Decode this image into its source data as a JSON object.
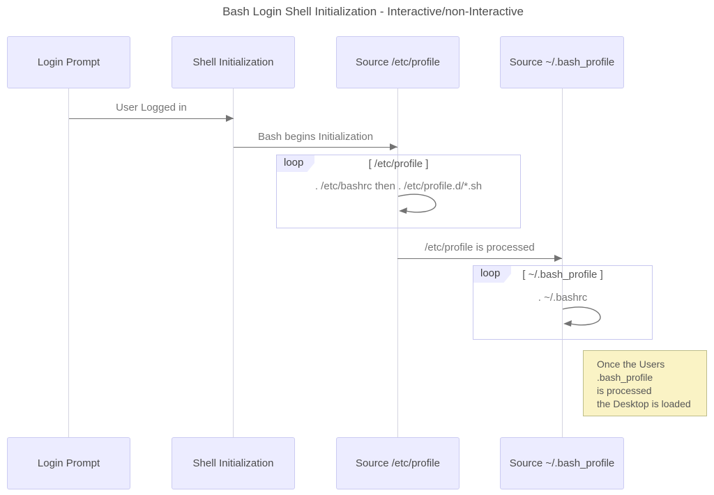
{
  "title": "Bash Login Shell Initialization - Interactive/non-Interactive",
  "actors": [
    {
      "label": "Login Prompt"
    },
    {
      "label": "Shell Initialization"
    },
    {
      "label": "Source /etc/profile"
    },
    {
      "label": "Source ~/.bash_profile"
    }
  ],
  "messages": [
    {
      "label": "User Logged in"
    },
    {
      "label": "Bash begins Initialization"
    },
    {
      "label": "/etc/profile is processed"
    }
  ],
  "loops": [
    {
      "keyword": "loop",
      "condition": "[ /etc/profile ]",
      "body": ". /etc/bashrc then . /etc/profile.d/*.sh"
    },
    {
      "keyword": "loop",
      "condition": "[ ~/.bash_profile ]",
      "body": ". ~/.bashrc"
    }
  ],
  "note": {
    "lines": [
      "Once the Users",
      ".bash_profile",
      "is processed",
      "the Desktop is loaded"
    ]
  },
  "colors": {
    "actor_fill": "#ECECFF",
    "actor_border": "#CCCCFF",
    "loop_border": "#CCCCFF",
    "note_fill": "#FFF5AD",
    "note_border": "#AAAA33",
    "arrow": "#737373",
    "lifeline": "#D4D4E0",
    "text": "#4D4D4D"
  }
}
